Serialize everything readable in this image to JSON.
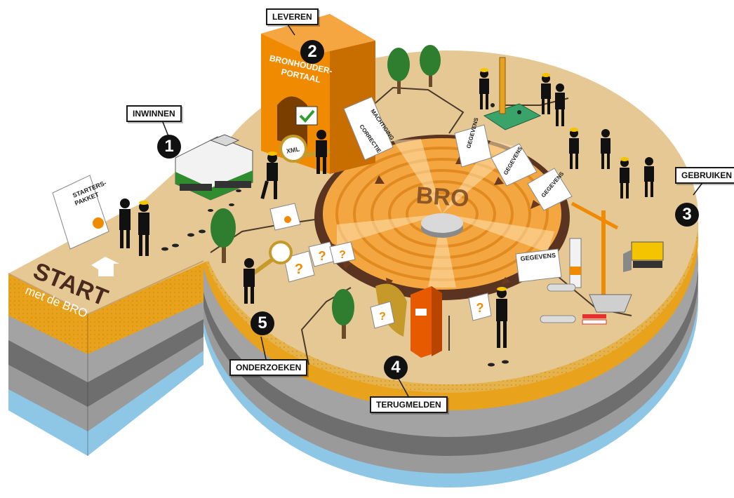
{
  "steps": [
    {
      "number": "1",
      "label": "INWINNEN"
    },
    {
      "number": "2",
      "label": "LEVEREN"
    },
    {
      "number": "3",
      "label": "GEBRUIKEN"
    },
    {
      "number": "4",
      "label": "TERUGMELDEN"
    },
    {
      "number": "5",
      "label": "ONDERZOEKEN"
    }
  ],
  "start": {
    "title": "START",
    "subtitle": "met de BRO"
  },
  "center_label": "BRO",
  "portal": {
    "line1": "BRONHOUDER-",
    "line2": "PORTAAL"
  },
  "documents": {
    "starterspakket_1": "STARTERS-",
    "starterspakket_2": "PAKKET",
    "xml": "XML",
    "machtiging": "MACHTIGING",
    "correctie": "CORRECTIE",
    "gegevens": "GEGEVENS",
    "question": "?"
  },
  "colors": {
    "ground_top": "#e6c894",
    "sand_layer": "#e8a21c",
    "portal_orange": "#f08a00",
    "center_orange": "#f4a640",
    "gray_layer": "#7b7b7b",
    "water_layer": "#8ec6e6"
  }
}
